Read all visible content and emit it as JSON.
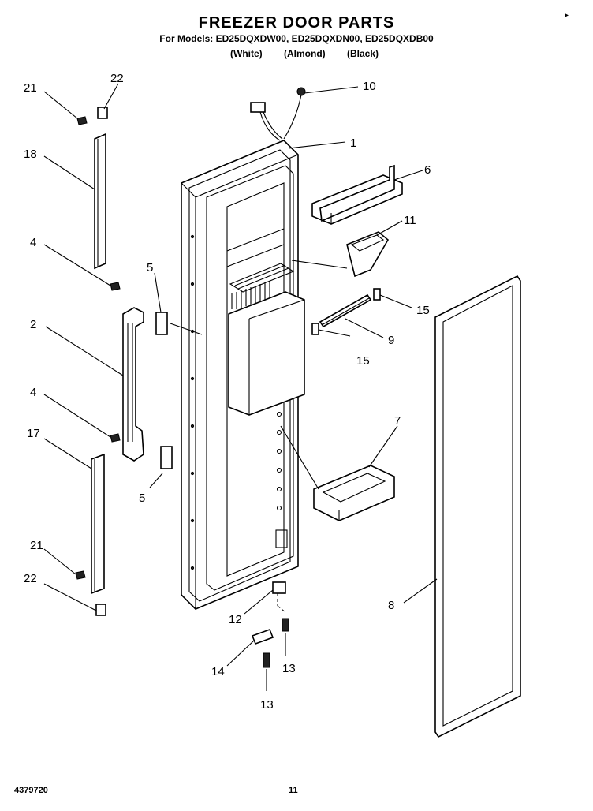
{
  "header": {
    "title": "FREEZER DOOR PARTS",
    "models": "For Models: ED25DQXDW00, ED25DQXDN00, ED25DQXDB00",
    "colors": [
      "(White)",
      "(Almond)",
      "(Black)"
    ]
  },
  "footer": {
    "doc_number": "4379720",
    "page_number": "11"
  },
  "callouts": [
    "21",
    "22",
    "10",
    "1",
    "6",
    "18",
    "11",
    "4",
    "5",
    "15",
    "2",
    "9",
    "15",
    "4",
    "7",
    "17",
    "5",
    "21",
    "22",
    "8",
    "12",
    "14",
    "13",
    "13"
  ]
}
